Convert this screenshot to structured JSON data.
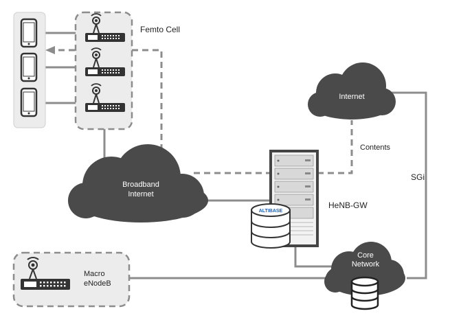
{
  "labels": {
    "femto_cell": "Femto Cell",
    "internet": "Internet",
    "contents": "Contents",
    "broadband_line1": "Broadband",
    "broadband_line2": "Internet",
    "henb_gw": "HeNB-GW",
    "sgi": "SGi",
    "altibase": "ALTIBASE",
    "core_line1": "Core",
    "core_line2": "Network",
    "macro_line1": "Macro",
    "macro_line2": "eNodeB"
  },
  "colors": {
    "cloud": "#4a4a4a",
    "line": "#8c8c8c",
    "panel_bg": "#ececec",
    "panel_border": "#8c8c8c",
    "device": "#333333",
    "server_body": "#f2f2f2",
    "server_border": "#444444",
    "text_dark": "#222222",
    "text_light": "#ffffff",
    "logo_blue": "#1a5fb4"
  },
  "icons": [
    "smartphone-icon",
    "femto-base-station-icon",
    "cloud-icon",
    "server-rack-icon",
    "database-icon",
    "macro-base-station-icon"
  ]
}
